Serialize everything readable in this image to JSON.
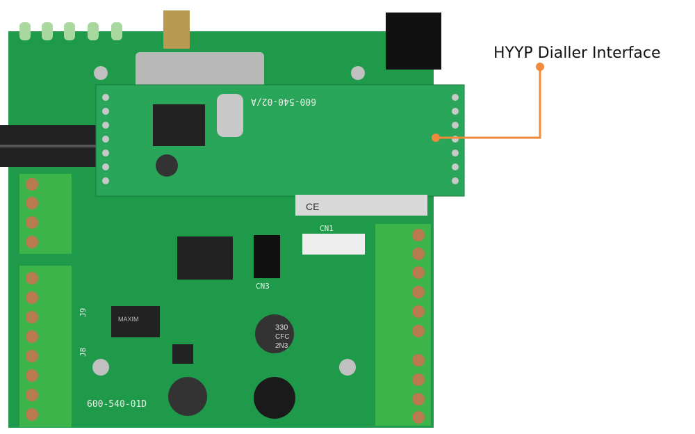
{
  "callout": {
    "label": "HYYP Dialler Interface",
    "line_color": "#f08a3c"
  },
  "board": {
    "main_board_code": "600-540-01D",
    "dialler_board_code": "600-540-02/A",
    "connector_labels": [
      "CN1",
      "CN3",
      "J9",
      "J8"
    ],
    "capacitor_marking": [
      "330",
      "CFC",
      "2N3"
    ],
    "ic_marking": "MAXIM",
    "ce_mark": "CE",
    "pcb_color": "#1f9a4a",
    "terminal_color": "#3cb44a"
  }
}
